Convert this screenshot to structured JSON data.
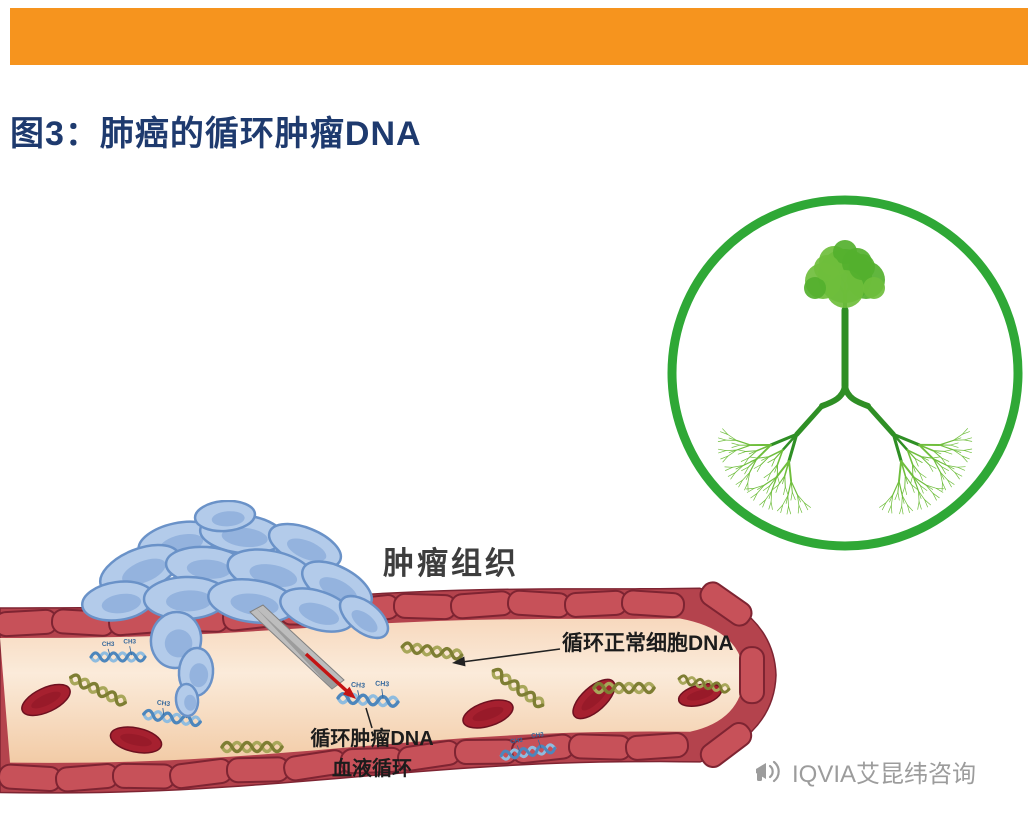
{
  "header": {
    "bar_color": "#F6941E"
  },
  "title": {
    "text": "图3：肺癌的循环肿瘤DNA",
    "color": "#1E3A6E"
  },
  "figure": {
    "tumor_tissue_label": "肿瘤组织",
    "normal_dna_label": "循环正常细胞DNA",
    "tumor_dna_label_line1": "循环肿瘤DNA",
    "tumor_dna_label_line2": "血液循环",
    "methyl_label": "CH3",
    "colors": {
      "circle_green": "#2FA836",
      "lung_green_dark": "#2F8F25",
      "lung_green_light": "#6FBE3C",
      "crown_green": "#54B02E",
      "vessel_wall": "#B4434D",
      "vessel_wall_dark": "#7E2432",
      "brick_fill": "#C75159",
      "lumen_top": "#F7D8BD",
      "lumen_mid": "#FBEBDA",
      "lumen_bottom": "#F2CBA6",
      "rbc": "#A6202F",
      "rbc_dark": "#8C1624",
      "dna_olive_dark": "#7E7E33",
      "dna_olive_light": "#A8A75A",
      "dna_blue_dark": "#4D86BC",
      "dna_blue_light": "#8FBCDF",
      "methyl_text": "#34679B",
      "tumor_cell_fill": "#B3CBEA",
      "tumor_cell_stroke": "#6A92C8",
      "tumor_cell_inner": "#7FA3D6",
      "needle_grey": "#BDBDBD",
      "needle_grey_dark": "#8F8F8F",
      "arrow_red": "#C41414",
      "pointer_black": "#222222"
    }
  },
  "watermark": {
    "icon": "megaphone-icon",
    "text": "IQVIA艾昆纬咨询",
    "color": "#9C9C9C"
  }
}
